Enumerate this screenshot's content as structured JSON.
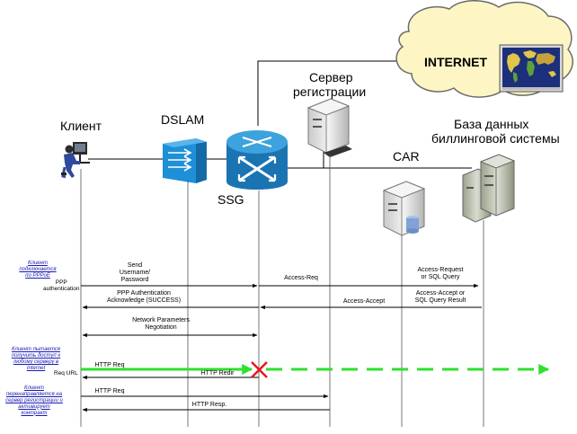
{
  "nodes": {
    "client": "Клиент",
    "dslam": "DSLAM",
    "ssg": "SSG",
    "reg_server_line1": "Сервер",
    "reg_server_line2": "регистрации",
    "car": "CAR",
    "billing_line1": "База данных",
    "billing_line2": "биллинговой системы",
    "internet": "INTERNET"
  },
  "notes": {
    "pppoe_line1": "Клиент",
    "pppoe_line2": "подключается",
    "pppoe_line3": "по PPPoE",
    "access_line1": "Клиент пытается",
    "access_line2": "получить доступ к",
    "access_line3": "любому серверу в",
    "access_line4": "Internet",
    "redirect_line1": "Клиент",
    "redirect_line2": "перенаправляется на",
    "redirect_line3": "сервер регистрации и",
    "redirect_line4": "активирует",
    "redirect_line5": "контракт"
  },
  "labels": {
    "ppp_auth_line1": "PPP",
    "ppp_auth_line2": "authentication",
    "req_url": "Req URL"
  },
  "messages": {
    "send_line1": "Send",
    "send_line2": "Username/",
    "send_line3": "Password",
    "access_req": "Access-Req",
    "access_request_line1": "Access-Request",
    "access_request_line2": "or SQL Query",
    "ppp_ack_line1": "PPP Authentication",
    "ppp_ack_line2": "Acknowledge (SUCCESS)",
    "access_accept": "Access-Accept",
    "access_accept_or_line1": "Access-Accept or",
    "access_accept_or_line2": "SQL Query Result",
    "netparam_line1": "Network Parameters",
    "netparam_line2": "Negotiation",
    "http_req_1": "HTTP Req",
    "http_redir": "HTTP Redir",
    "http_req_2": "HTTP Req",
    "http_resp": "HTTP Resp."
  },
  "colors": {
    "green": "#2ee02e",
    "red": "#e8161a",
    "cloud": "#fdf6c4",
    "cloud_stroke": "#6b6b6b",
    "dslam_blue": "#1e90d8",
    "ssg_blue": "#1a7fbf",
    "note_blue": "#1a1ab4"
  }
}
